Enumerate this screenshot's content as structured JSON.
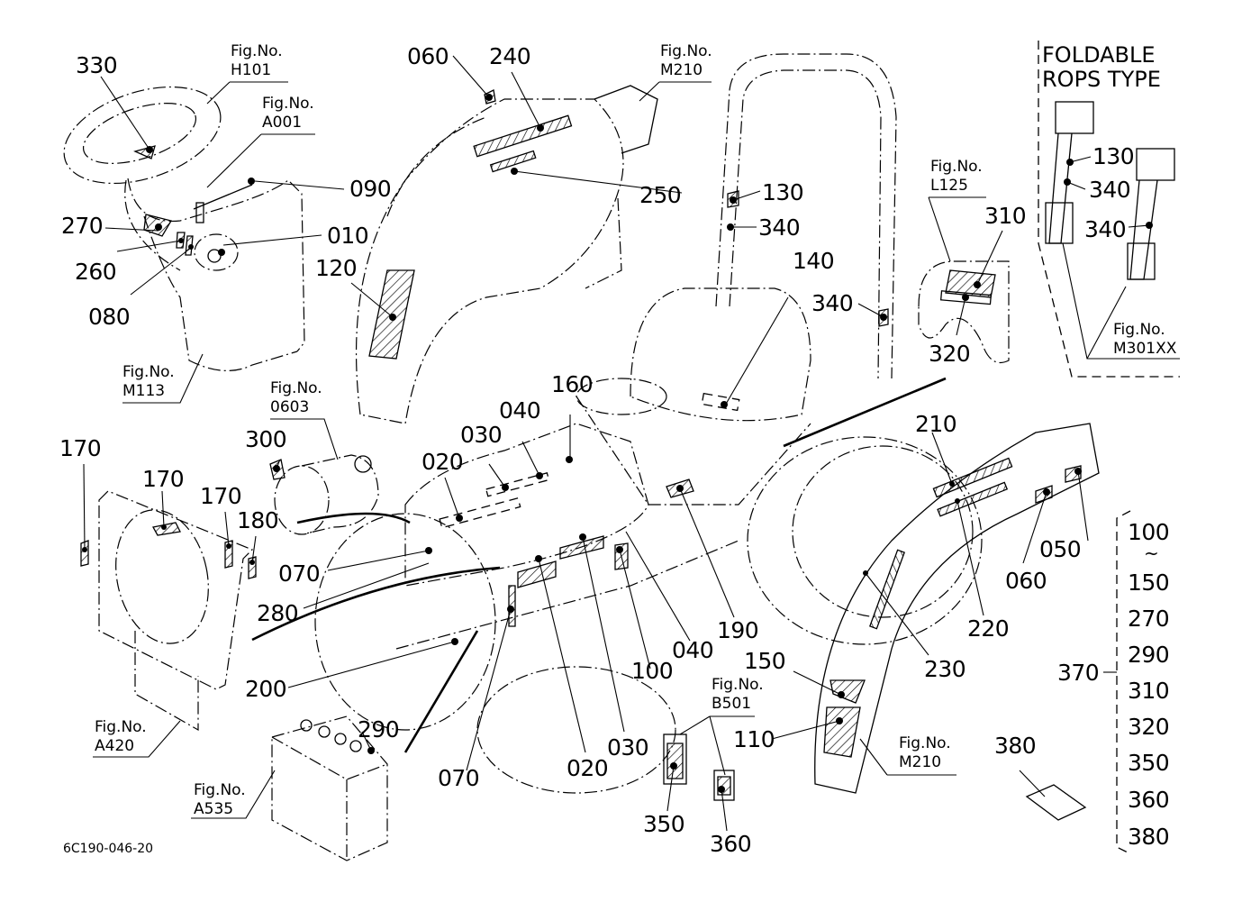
{
  "diagram": {
    "document_code": "6C190-046-20",
    "inset": {
      "title_line1": "FOLDABLE",
      "title_line2": "ROPS TYPE"
    },
    "fig_prefix": "Fig.No.",
    "figure_refs": [
      {
        "id": "H101"
      },
      {
        "id": "A001"
      },
      {
        "id": "M113"
      },
      {
        "id": "M210"
      },
      {
        "id": "L125"
      },
      {
        "id": "M301XX"
      },
      {
        "id": "0603"
      },
      {
        "id": "A420"
      },
      {
        "id": "A535"
      },
      {
        "id": "B501"
      },
      {
        "id": "M210"
      }
    ],
    "callouts": [
      "330",
      "090",
      "270",
      "010",
      "260",
      "080",
      "120",
      "060",
      "240",
      "250",
      "130",
      "340",
      "140",
      "340",
      "310",
      "320",
      "130",
      "340",
      "340",
      "160",
      "040",
      "030",
      "020",
      "300",
      "170",
      "170",
      "170",
      "180",
      "070",
      "280",
      "200",
      "290",
      "070",
      "020",
      "030",
      "100",
      "040",
      "190",
      "210",
      "220",
      "230",
      "060",
      "050",
      "150",
      "110",
      "350",
      "360",
      "380",
      "370"
    ],
    "group_370": {
      "label": "370",
      "members": [
        "100",
        "~",
        "150",
        "270",
        "290",
        "310",
        "320",
        "350",
        "360",
        "380"
      ]
    }
  }
}
